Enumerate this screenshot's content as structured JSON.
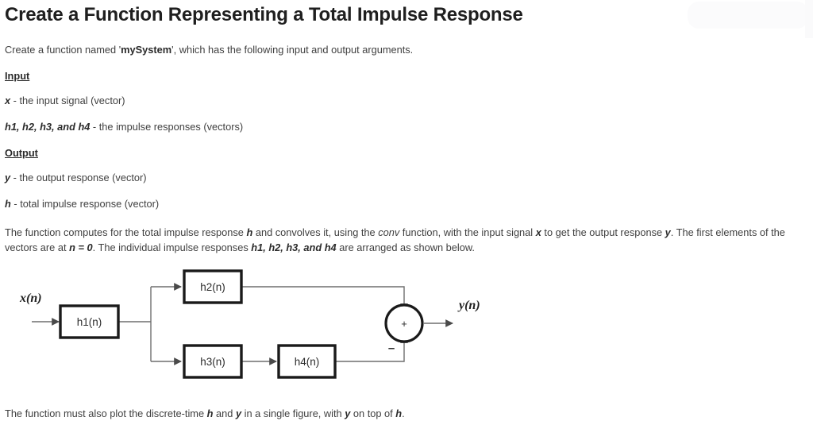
{
  "page": {
    "title": "Create a Function Representing a Total Impulse Response"
  },
  "intro": {
    "prefix": "Create a function named '",
    "function_name": "mySystem",
    "suffix": "', which has the following input and output arguments."
  },
  "sections": {
    "input_heading": "Input",
    "output_heading": "Output"
  },
  "arguments": {
    "input": [
      {
        "symbol": "x",
        "description": " - the input signal (vector)"
      },
      {
        "symbol": "h1, h2, h3, and h4",
        "description": " - the impulse responses (vectors)"
      }
    ],
    "output": [
      {
        "symbol": "y",
        "description": " - the output response (vector)"
      },
      {
        "symbol": "h",
        "description": " - total impulse response (vector)"
      }
    ]
  },
  "description": {
    "s1": "The function computes for the total impulse response ",
    "sym_h": "h",
    "s2": " and convolves it, using the ",
    "sym_conv": "conv",
    "s3": " function, with the input signal ",
    "sym_x": "x",
    "s4": " to get the output response ",
    "sym_y": "y",
    "s5": ". The first elements of the vectors are at ",
    "sym_n0": "n = 0",
    "s6": ". The individual impulse responses ",
    "sym_hs": "h1, h2, h3, and h4",
    "s7": " are arranged as shown below."
  },
  "footer": {
    "s1": "The function must also plot the discrete-time ",
    "sym_h": "h",
    "s2": " and ",
    "sym_y": "y",
    "s3": " in a single figure, with ",
    "sym_y2": "y",
    "s4": " on top of ",
    "sym_h2": "h",
    "s5": "."
  },
  "diagram": {
    "input_label": "x(n)",
    "output_label": "y(n)",
    "blocks": [
      {
        "id": "h1",
        "label": "h1(n)"
      },
      {
        "id": "h2",
        "label": "h2(n)"
      },
      {
        "id": "h3",
        "label": "h3(n)"
      },
      {
        "id": "h4",
        "label": "h4(n)"
      }
    ],
    "summer": {
      "plus_sign": "+",
      "minus_sign": "–"
    },
    "colors": {
      "block_border": "#1a1a1a",
      "block_fill": "#ffffff",
      "wire": "#6e6e6e",
      "text": "#2b2b2b"
    }
  }
}
